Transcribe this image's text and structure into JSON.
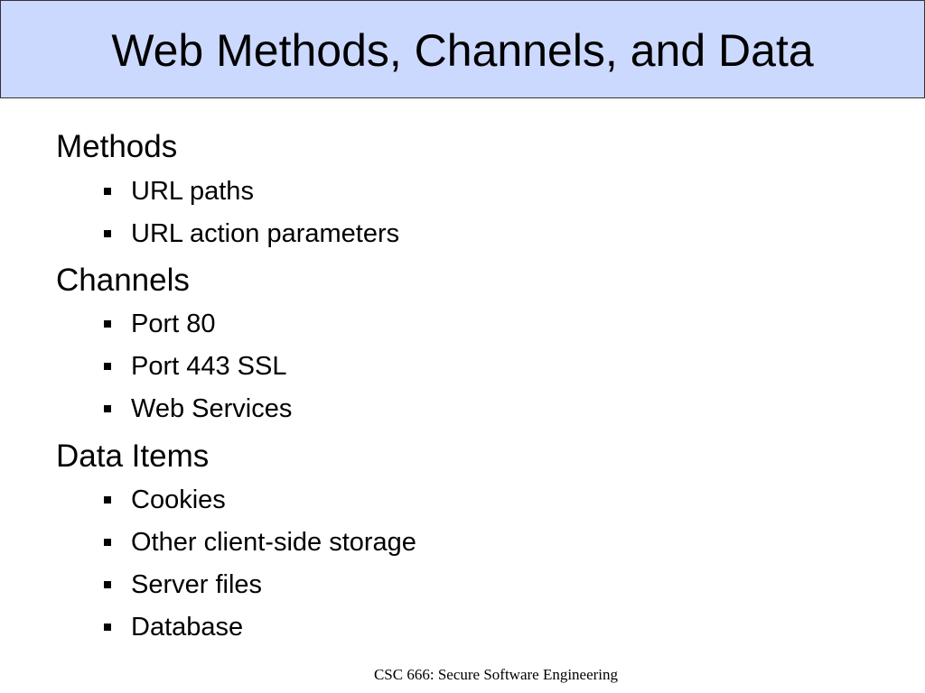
{
  "title": "Web Methods, Channels, and Data",
  "sections": [
    {
      "heading": "Methods",
      "items": [
        "URL paths",
        "URL action parameters"
      ]
    },
    {
      "heading": "Channels",
      "items": [
        "Port 80",
        "Port 443 SSL",
        "Web Services"
      ]
    },
    {
      "heading": "Data Items",
      "items": [
        "Cookies",
        "Other client-side storage",
        "Server files",
        "Database"
      ]
    }
  ],
  "footer": "CSC 666: Secure Software Engineering",
  "colors": {
    "title_background": "#ccd9ff",
    "title_border": "#333333",
    "text": "#000000"
  }
}
